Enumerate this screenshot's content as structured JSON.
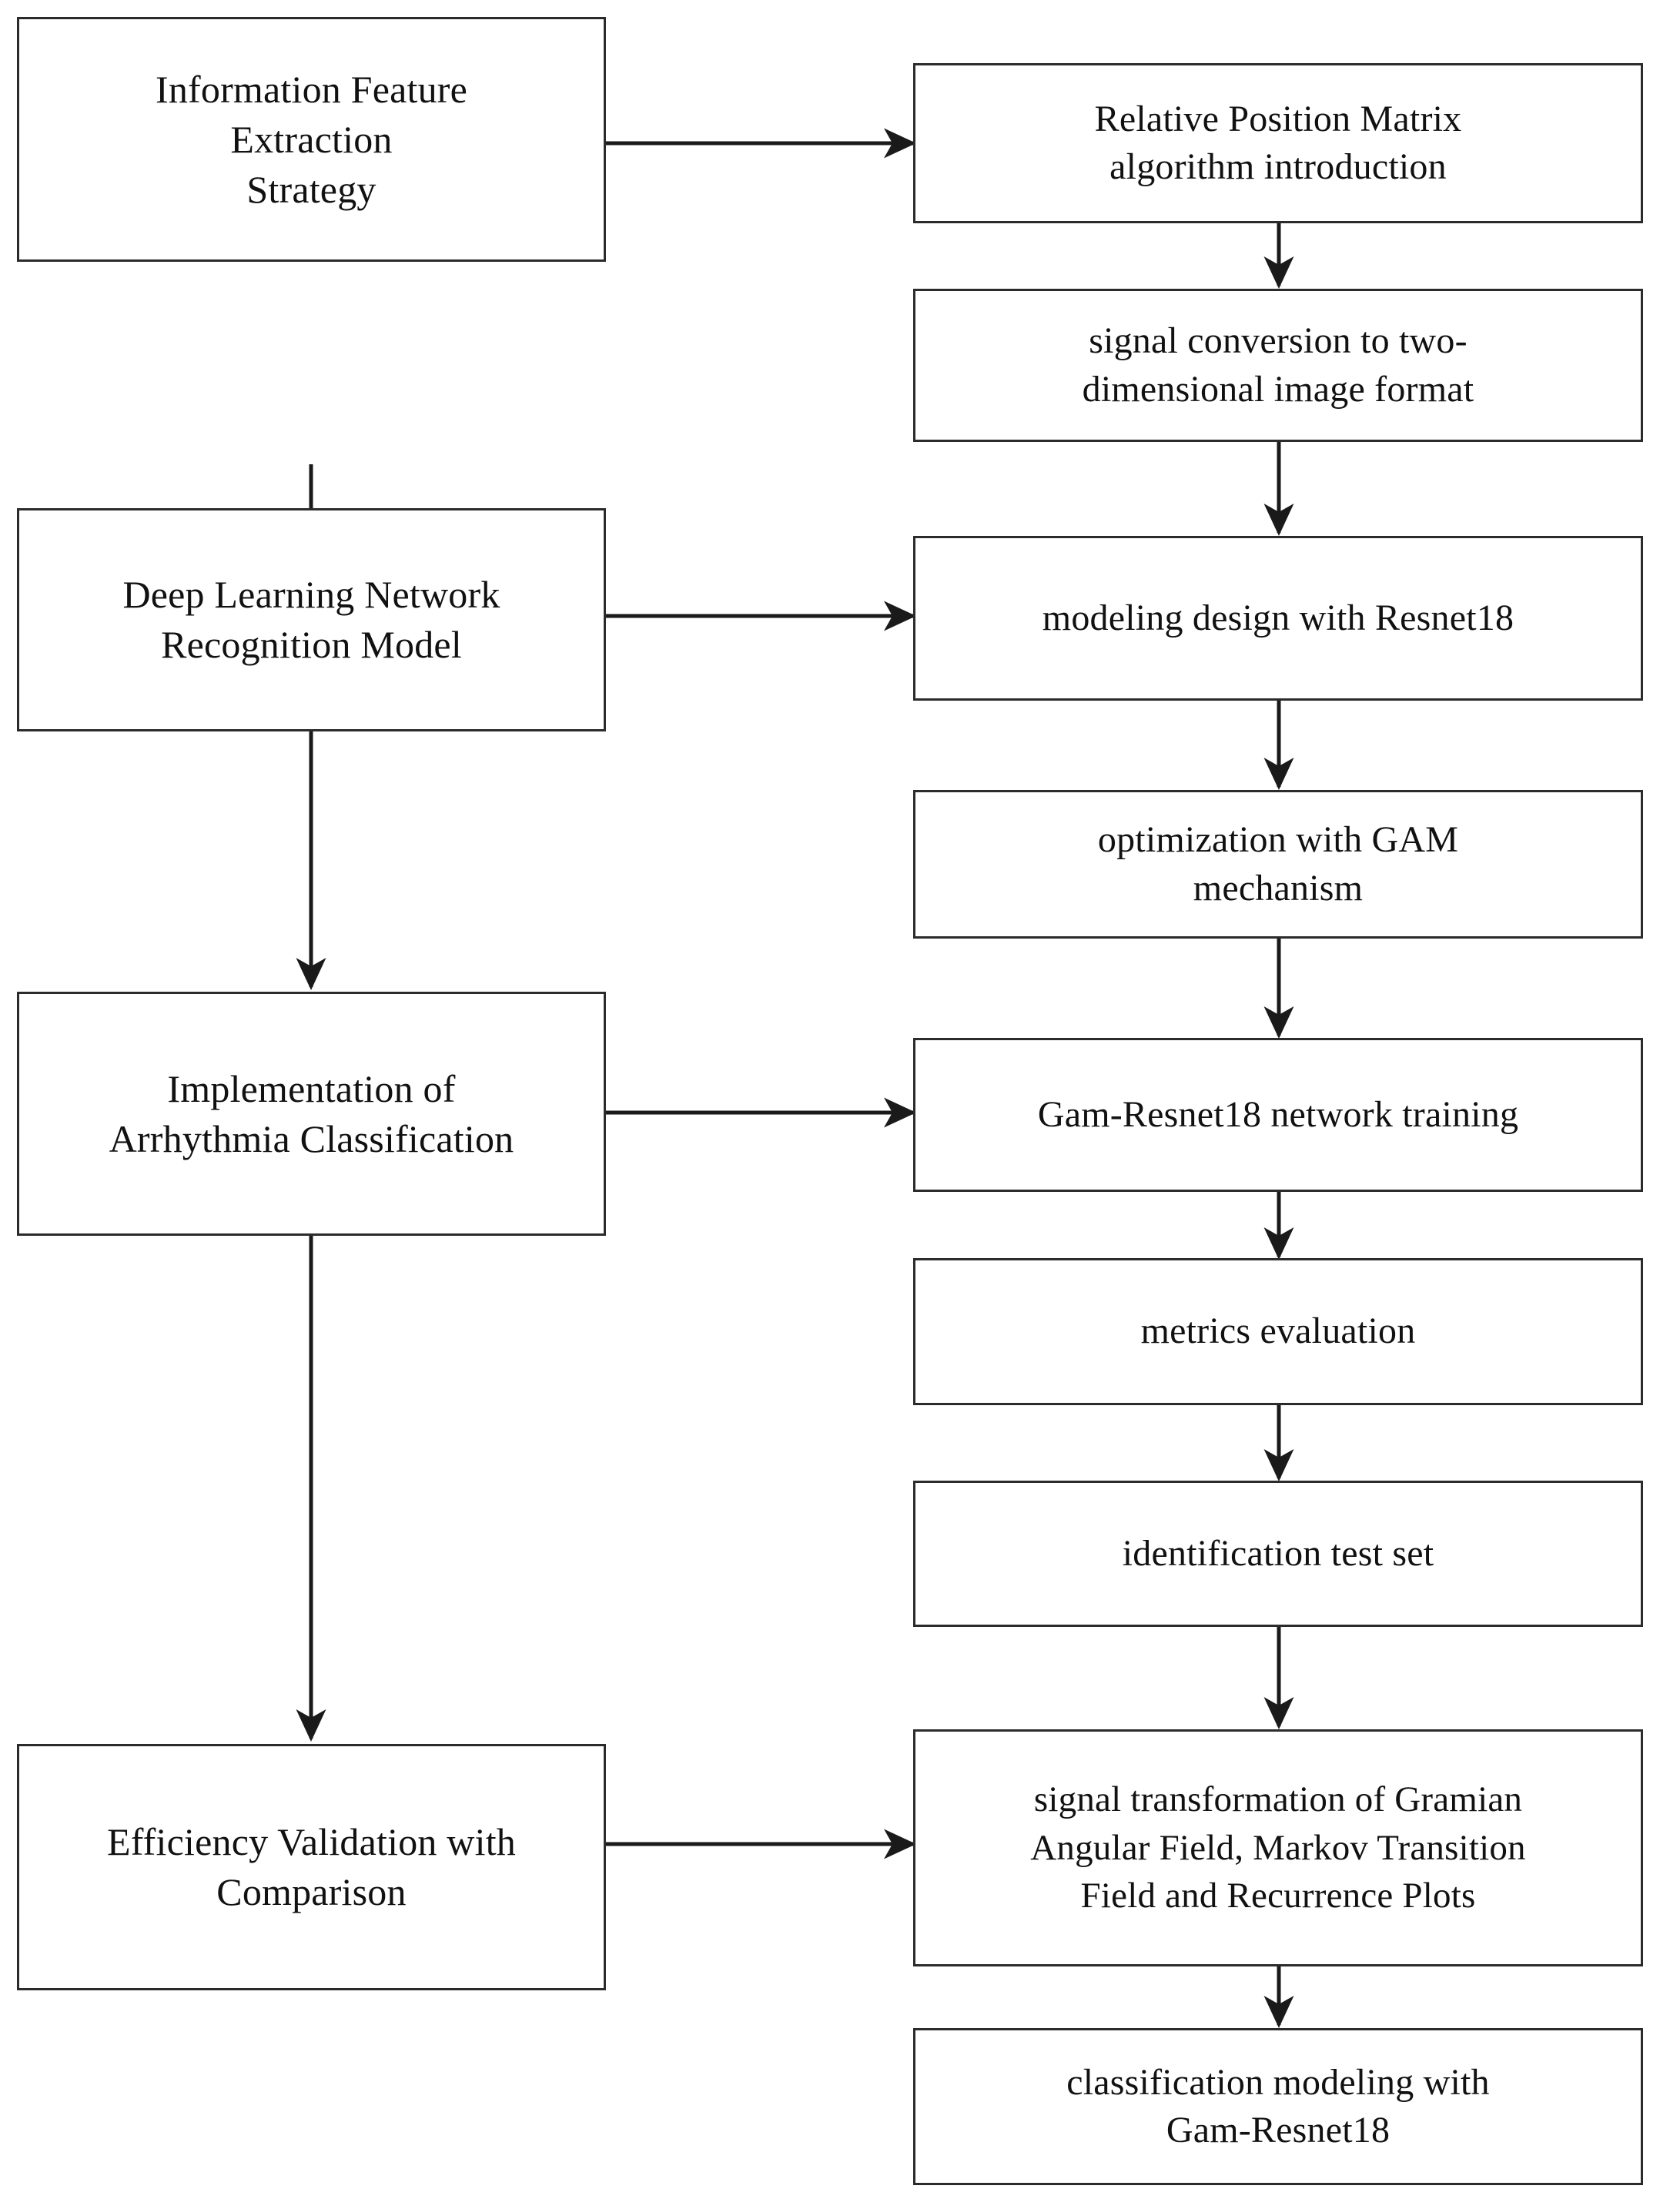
{
  "diagram": {
    "title": "Arrhythmia classification research workflow flowchart",
    "type": "flowchart",
    "background_color": "#ffffff",
    "box_border_color": "#2b2b2b",
    "text_color": "#111111",
    "connector_color": "#1a1a1a"
  },
  "left_column": {
    "name": "research-stage-column",
    "nodes": [
      {
        "id": "stage-1",
        "label": "Information Feature\nExtraction\nStrategy"
      },
      {
        "id": "stage-2",
        "label": "Deep Learning Network\nRecognition Model"
      },
      {
        "id": "stage-3",
        "label": "Implementation of\nArrhythmia Classification"
      },
      {
        "id": "stage-4",
        "label": "Efficiency Validation with\nComparison"
      }
    ]
  },
  "right_column": {
    "name": "process-step-column",
    "nodes": [
      {
        "id": "step-1",
        "label": "Relative Position Matrix\nalgorithm introduction"
      },
      {
        "id": "step-2",
        "label": "signal conversion to two-\ndimensional image format"
      },
      {
        "id": "step-3",
        "label": "modeling design with Resnet18"
      },
      {
        "id": "step-4",
        "label": "optimization with GAM\nmechanism"
      },
      {
        "id": "step-5",
        "label": "Gam-Resnet18 network training"
      },
      {
        "id": "step-6",
        "label": "metrics evaluation"
      },
      {
        "id": "step-7",
        "label": "identification test set"
      },
      {
        "id": "step-8",
        "label": "signal transformation of  Gramian\nAngular Field, Markov Transition\nField and Recurrence Plots"
      },
      {
        "id": "step-9",
        "label": "classification modeling with\nGam-Resnet18"
      }
    ]
  },
  "connectors": {
    "vertical_left": [
      {
        "from": "stage-1",
        "to": "stage-2"
      },
      {
        "from": "stage-2",
        "to": "stage-3"
      },
      {
        "from": "stage-3",
        "to": "stage-4"
      }
    ],
    "vertical_right": [
      {
        "from": "step-1",
        "to": "step-2"
      },
      {
        "from": "step-2",
        "to": "step-3"
      },
      {
        "from": "step-3",
        "to": "step-4"
      },
      {
        "from": "step-4",
        "to": "step-5"
      },
      {
        "from": "step-5",
        "to": "step-6"
      },
      {
        "from": "step-6",
        "to": "step-7"
      },
      {
        "from": "step-7",
        "to": "step-8"
      },
      {
        "from": "step-8",
        "to": "step-9"
      }
    ],
    "horizontal": [
      {
        "from": "stage-1",
        "to": "step-1"
      },
      {
        "from": "stage-2",
        "to": "step-3"
      },
      {
        "from": "stage-3",
        "to": "step-5"
      },
      {
        "from": "stage-4",
        "to": "step-8"
      }
    ]
  }
}
